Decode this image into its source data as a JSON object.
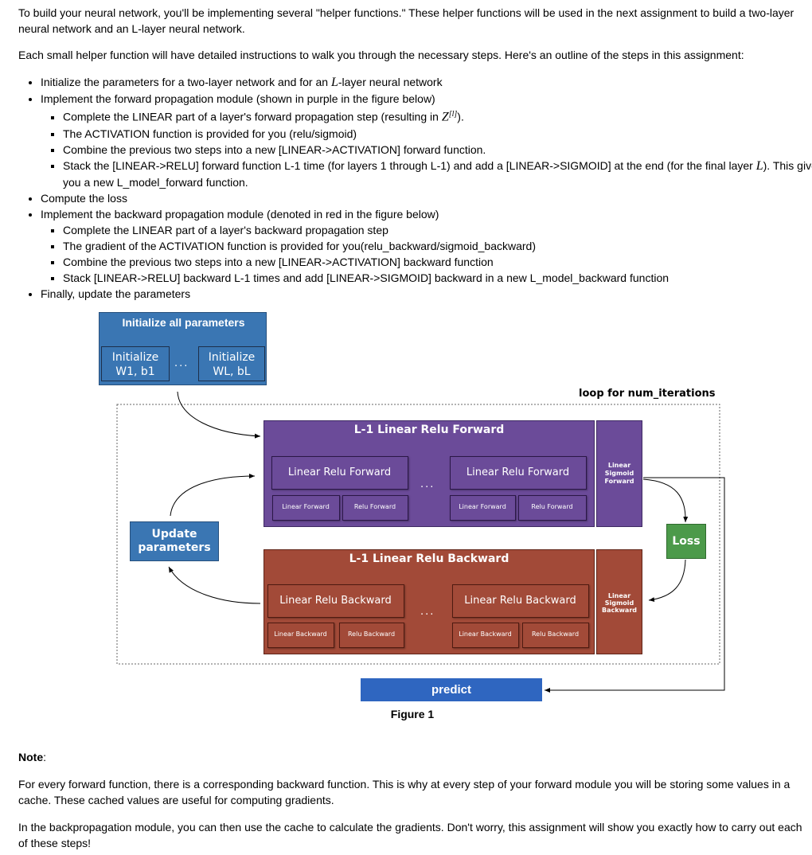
{
  "intro": {
    "p1": "To build your neural network, you'll be implementing several \"helper functions.\" These helper functions will be used in the next assignment to build a two-layer neural network and an L-layer neural network.",
    "p2": "Each small helper function will have detailed instructions to walk you through the necessary steps. Here's an outline of the steps in this assignment:"
  },
  "outline": {
    "i1_pre": "Initialize the parameters for a two-layer network and for an ",
    "i1_math": "L",
    "i1_post": "-layer neural network",
    "i2": "Implement the forward propagation module (shown in purple in the figure below)",
    "i2a_pre": "Complete the LINEAR part of a layer's forward propagation step (resulting in ",
    "i2a_math": "Z",
    "i2a_sup": "[l]",
    "i2a_post": ").",
    "i2b": "The ACTIVATION function is provided for you (relu/sigmoid)",
    "i2c": "Combine the previous two steps into a new [LINEAR->ACTIVATION] forward function.",
    "i2d_pre": "Stack the [LINEAR->RELU] forward function L-1 time (for layers 1 through L-1) and add a [LINEAR->SIGMOID] at the end (for the final layer ",
    "i2d_math": "L",
    "i2d_post": "). This gives you a new L_model_forward function.",
    "i3": "Compute the loss",
    "i4": "Implement the backward propagation module (denoted in red in the figure below)",
    "i4a": "Complete the LINEAR part of a layer's backward propagation step",
    "i4b": "The gradient of the ACTIVATION function is provided for you(relu_backward/sigmoid_backward)",
    "i4c": "Combine the previous two steps into a new [LINEAR->ACTIVATION] backward function",
    "i4d": "Stack [LINEAR->RELU] backward L-1 times and add [LINEAR->SIGMOID] backward in a new L_model_backward function",
    "i5": "Finally, update the parameters"
  },
  "figure": {
    "init_title": "Initialize all parameters",
    "init_w1_line1": "Initialize",
    "init_w1_line2": "W1, b1",
    "init_wl_line1": "Initialize",
    "init_wl_line2": "WL, bL",
    "dots": "...",
    "loop_label": "loop for num_iterations",
    "forward_title": "L-1 Linear Relu Forward",
    "linear_relu_forward": "Linear Relu Forward",
    "linear_forward": "Linear Forward",
    "relu_forward": "Relu Forward",
    "sigmoid_forward_1": "Linear",
    "sigmoid_forward_2": "Sigmoid",
    "sigmoid_forward_3": "Forward",
    "loss": "Loss",
    "update_1": "Update",
    "update_2": "parameters",
    "backward_title": "L-1 Linear Relu Backward",
    "linear_relu_backward": "Linear Relu Backward",
    "linear_backward": "Linear Backward",
    "relu_backward": "Relu Backward",
    "sigmoid_backward_1": "Linear",
    "sigmoid_backward_2": "Sigmoid",
    "sigmoid_backward_3": "Backward",
    "predict": "predict",
    "caption": "Figure 1",
    "colors": {
      "blue": "#3a76b3",
      "purple": "#6b4b99",
      "red": "#a24a38",
      "green": "#4c9a4a",
      "predict": "#2f66c0"
    }
  },
  "note": {
    "heading": "Note",
    "colon": ":",
    "p1": "For every forward function, there is a corresponding backward function. This is why at every step of your forward module you will be storing some values in a cache. These cached values are useful for computing gradients.",
    "p2": "In the backpropagation module, you can then use the cache to calculate the gradients. Don't worry, this assignment will show you exactly how to carry out each of these steps!"
  }
}
